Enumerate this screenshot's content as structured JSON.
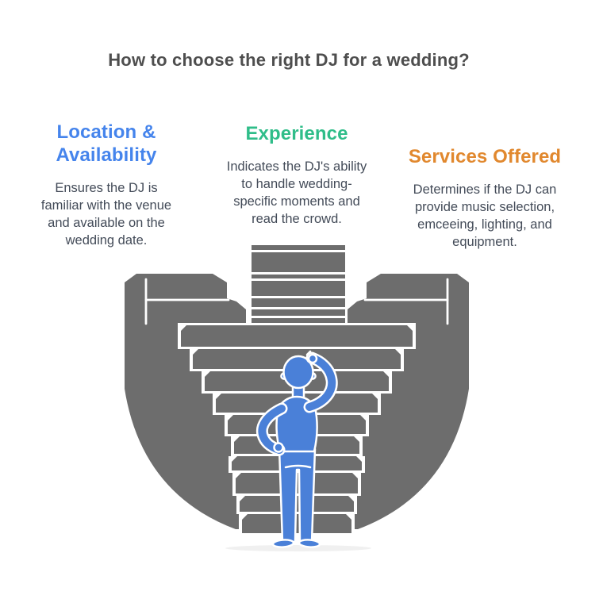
{
  "title": "How to choose the right DJ for a wedding?",
  "columns": [
    {
      "heading_text": "Location &\nAvailability",
      "heading_color": "#4584ec",
      "body_text": "Ensures the DJ is\nfamiliar with the venue\nand available on the\nwedding date."
    },
    {
      "heading_text": "Experience",
      "heading_color": "#2fbd89",
      "body_text": "Indicates the DJ's ability\nto handle wedding-\nspecific moments and\nread the crowd."
    },
    {
      "heading_text": "Services Offered",
      "heading_color": "#e1882e",
      "body_text": "Determines if the DJ can\nprovide music selection,\nemceeing, lighting, and\nequipment."
    }
  ],
  "illustration": {
    "description": "Confused man seen from behind scratching his head in front of a gray stepped funnel staircase with three block towers",
    "colors": {
      "structure_gray": "#6d6d6d",
      "person_blue": "#4a80d8",
      "outline_white": "#ffffff",
      "shadow": "rgba(0,0,0,0.06)"
    }
  }
}
